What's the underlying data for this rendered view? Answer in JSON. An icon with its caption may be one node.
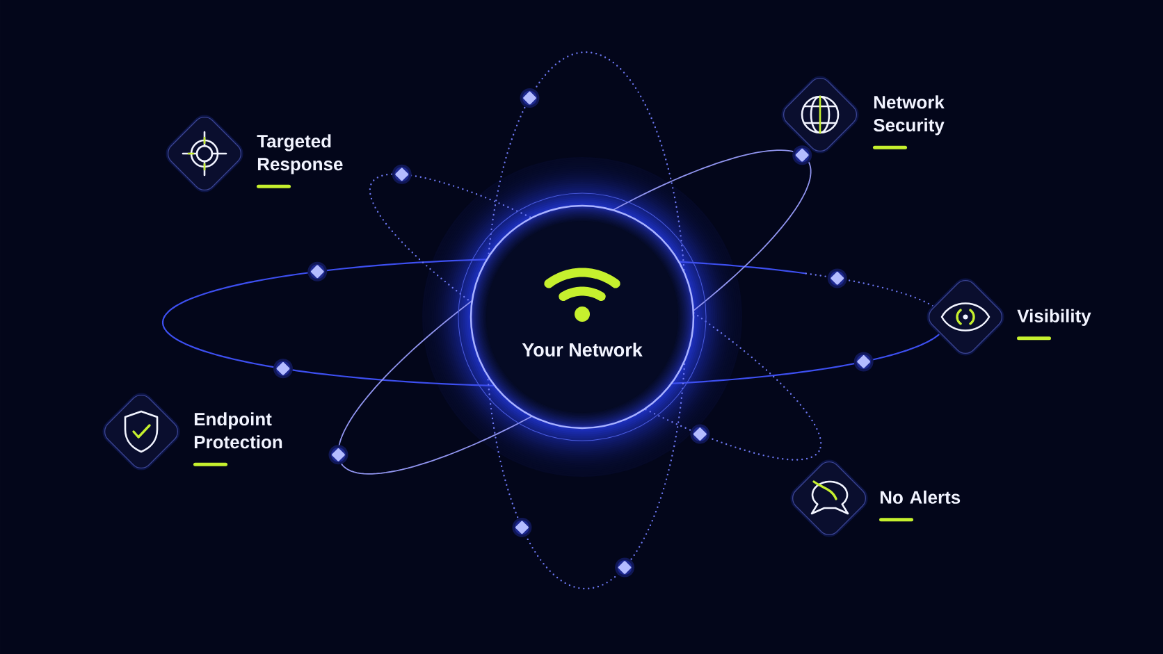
{
  "diagram": {
    "nodes": [
      {
        "text": [
          "Your Network"
        ]
      },
      {
        "text": [
          "Targeted Response"
        ]
      },
      {
        "text": [
          "Network Security"
        ]
      },
      {
        "text": [
          "Visibility"
        ]
      },
      {
        "text": [
          "Endpoint Protection"
        ]
      },
      {
        "text": [
          "No Alerts"
        ]
      }
    ]
  }
}
